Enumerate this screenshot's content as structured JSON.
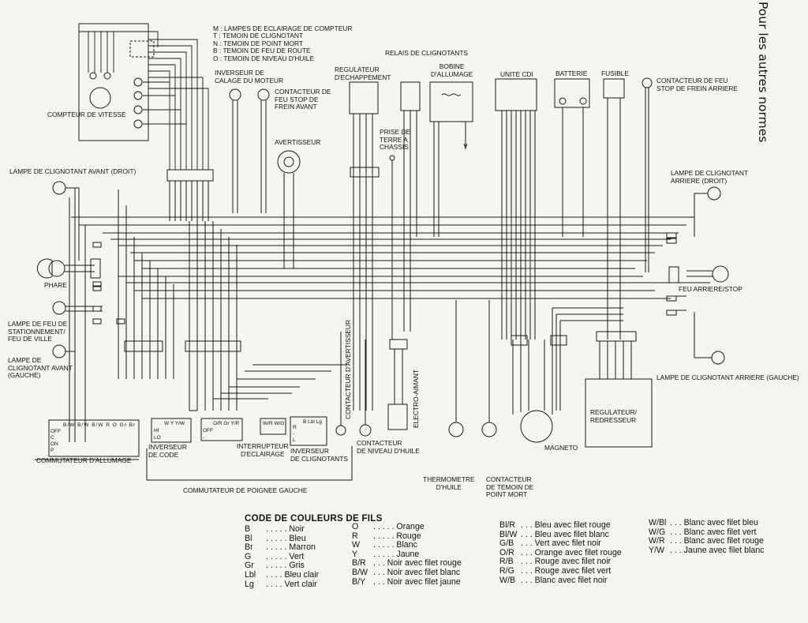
{
  "side_title": "Pour les autres normes",
  "lamp_key": [
    {
      "code": "M",
      "label": "LAMPES DE ECLAIRAGE DE COMPTEUR"
    },
    {
      "code": "T",
      "label": "TEMOIN DE CLIGNOTANT"
    },
    {
      "code": "N",
      "label": "TEMOIN DE POINT MORT"
    },
    {
      "code": "B",
      "label": "TEMOIN DE FEU DE ROUTE"
    },
    {
      "code": "O",
      "label": "TEMOIN DE NIVEAU D'HUILE"
    }
  ],
  "components": {
    "compteur": "COMPTEUR DE VITESSE",
    "inverseur_calage": "INVERSEUR DE\nCALAGE DU MOTEUR",
    "contacteur_frein_avant": "CONTACTEUR DE\nFEU STOP DE\nFREIN AVANT",
    "avertisseur": "AVERTISSEUR",
    "regulateur_echappement": "REGULATEUR\nD'ECHAPPEMENT",
    "relais": "RELAIS DE CLIGNOTANTS",
    "bobine": "BOBINE\nD'ALLUMAGE",
    "prise_terre": "PRISE DE\nTERRE A\nCHASSIS",
    "unite_cdi": "UNITE CDI",
    "batterie": "BATTERIE",
    "fusible": "FUSIBLE",
    "contacteur_frein_arriere": "CONTACTEUR DE FEU\nSTOP DE FREIN ARRIERE",
    "clignotant_avant_droit": "LAMPE DE CLIGNOTANT AVANT (DROIT)",
    "clignotant_arriere_droit": "LAMPE DE CLIGNOTANT\nARRIERE (DROIT)",
    "phare": "PHARE",
    "feu_arriere": "FEU ARRIERE/STOP",
    "feu_stationnement": "LAMPE DE FEU DE\nSTATIONNEMENT/\nFEU DE VILLE",
    "clignotant_avant_gauche": "LAMPE DE\nCLIGNOTANT AVANT\n(GAUCHE)",
    "clignotant_arriere_gauche": "LAMPE DE CLIGNOTANT ARRIERE (GAUCHE)",
    "contacteur_avertisseur": "CONTACTEUR D'AVERTISSEUR",
    "electro_aimant": "ELECTRO-AIMANT",
    "regulateur_redresseur": "REGULATEUR/\nREDRESSEUR",
    "commutateur_allumage": "COMMUTATEUR D'ALLUMAGE",
    "inverseur_code": "INVERSEUR\nDE CODE",
    "interrupteur_eclairage": "INTERRUPTEUR\nD'ECLAIRAGE",
    "inverseur_clignotants": "INVERSEUR\nDE CLIGNOTANTS",
    "contacteur_niveau_huile": "CONTACTEUR\nDE NIVEAU D'HUILE",
    "magneto": "MAGNETO",
    "thermometre": "THERMOMETRE\nD'HUILE",
    "contacteur_point_mort": "CONTACTEUR\nDE TEMOIN DE\nPOINT MORT",
    "commutateur_poignee": "COMMUTATEUR DE POIGNEE GAUCHE"
  },
  "switch_tables": {
    "ignition": {
      "headers": [
        "B/W",
        "B/W",
        "B/W",
        "R",
        "O",
        "Gr",
        "Br"
      ],
      "rows": [
        "OFF",
        "C",
        "ON",
        "P"
      ]
    },
    "code": {
      "headers": [
        "W",
        "Y",
        "Y/W"
      ],
      "rows": [
        "HI",
        "LO"
      ]
    },
    "lighting": {
      "headers": [
        "O/R",
        "Gr",
        "Y/R"
      ],
      "rows": [
        "OFF",
        "-"
      ]
    },
    "turn": {
      "headers": [
        "W/R",
        "W/G"
      ],
      "rows": []
    },
    "horn": {
      "headers": [
        "B",
        "Lbl",
        "Lg"
      ],
      "rows": [
        "R",
        "-",
        "L"
      ]
    }
  },
  "legend": {
    "title": "CODE DE COULEURS DE FILS",
    "col1": [
      {
        "code": "B",
        "dots": " . . . . .",
        "name": "Noir"
      },
      {
        "code": "Bl",
        "dots": " . . . . .",
        "name": "Bleu"
      },
      {
        "code": "Br",
        "dots": " . . . . .",
        "name": "Marron"
      },
      {
        "code": "G",
        "dots": " . . . . .",
        "name": "Vert"
      },
      {
        "code": "Gr",
        "dots": " . . . . .",
        "name": "Gris"
      },
      {
        "code": "Lbl",
        "dots": " . . . .",
        "name": "Bleu clair"
      },
      {
        "code": "Lg",
        "dots": " . . . .",
        "name": "Vert clair"
      }
    ],
    "col2": [
      {
        "code": "O",
        "dots": " . . . . .",
        "name": "Orange"
      },
      {
        "code": "R",
        "dots": " . . . . .",
        "name": "Rouge"
      },
      {
        "code": "W",
        "dots": " . . . . .",
        "name": "Blanc"
      },
      {
        "code": "Y",
        "dots": " . . . . .",
        "name": "Jaune"
      },
      {
        "code": "B/R",
        "dots": " . . .",
        "name": "Noir avec filet rouge"
      },
      {
        "code": "B/W",
        "dots": " . . .",
        "name": "Noir avec filet blanc"
      },
      {
        "code": "B/Y",
        "dots": " . . .",
        "name": "Noir avec filet jaune"
      }
    ],
    "col3": [
      {
        "code": "Bl/R",
        "dots": " . . .",
        "name": "Bleu avec filet rouge"
      },
      {
        "code": "Bl/W",
        "dots": " . . .",
        "name": "Bleu avec filet blanc"
      },
      {
        "code": "G/B",
        "dots": " . . .",
        "name": "Vert avec filet noir"
      },
      {
        "code": "O/R",
        "dots": " . . .",
        "name": "Orange avec filet rouge"
      },
      {
        "code": "R/B",
        "dots": " . . .",
        "name": "Rouge avec filet noir"
      },
      {
        "code": "R/G",
        "dots": " . . .",
        "name": "Rouge avec filet vert"
      },
      {
        "code": "W/B",
        "dots": " . . .",
        "name": "Blanc avec filet noir"
      }
    ],
    "col4": [
      {
        "code": "W/Bl",
        "dots": " . . .",
        "name": "Blanc avec filet bleu"
      },
      {
        "code": "W/G",
        "dots": " . . .",
        "name": "Blanc avec filet vert"
      },
      {
        "code": "W/R",
        "dots": " . . .",
        "name": "Blanc avec filet rouge"
      },
      {
        "code": "Y/W",
        "dots": " . . .",
        "name": "Jaune avec filet blanc"
      }
    ]
  },
  "colors": {
    "ink": "#111111",
    "paper": "#f4f4f1"
  }
}
